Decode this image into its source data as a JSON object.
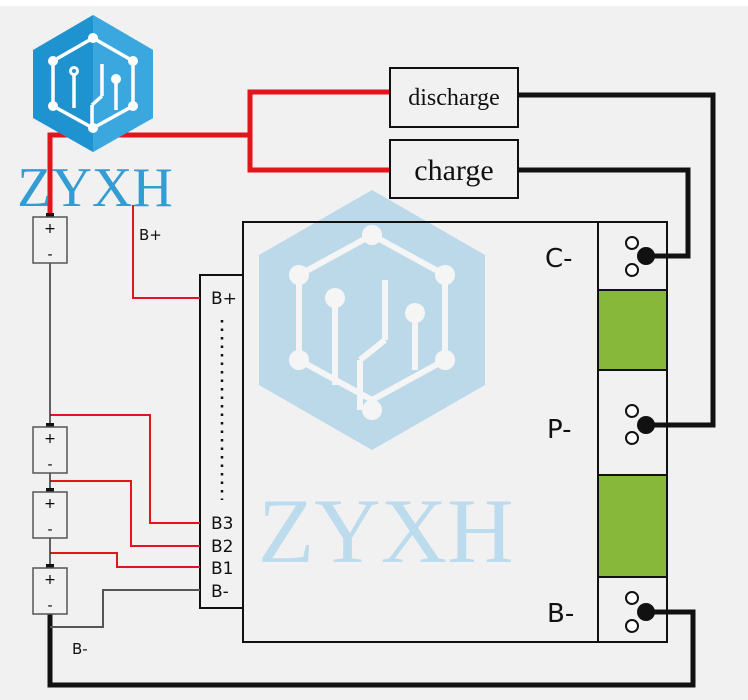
{
  "logo": {
    "text": "ZYXH",
    "color": "#1f93d0"
  },
  "watermark": {
    "text": "ZYXH",
    "color": "#bcdcee"
  },
  "boxes": {
    "discharge": "discharge",
    "charge": "charge"
  },
  "terminals": {
    "c_minus": "C-",
    "p_minus": "P-",
    "b_minus": "B-"
  },
  "connector": {
    "b_plus": "B+",
    "b3": "B3",
    "b2": "B2",
    "b1": "B1",
    "b_minus": "B-"
  },
  "battery": {
    "plus": "+",
    "minus": "-"
  },
  "wire_labels": {
    "b_plus": "B+",
    "b_minus": "B-"
  },
  "colors": {
    "red_wire": "#e3141b",
    "black_wire": "#111111",
    "pad_green": "#88b83a"
  }
}
